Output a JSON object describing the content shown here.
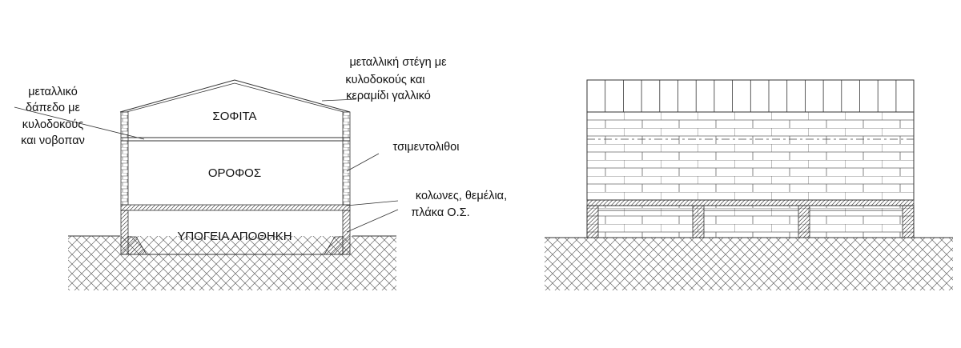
{
  "section": {
    "rooms": {
      "attic": "ΣΟΦΙΤΑ",
      "floor": "ΟΡΟΦΟΣ",
      "basement": "ΥΠΟΓΕΙΑ ΑΠΟΘΗΚΗ"
    },
    "annotations": {
      "floor_structure": [
        "μεταλλικό",
        "δάπεδο με",
        "κυλοδοκούς",
        "και νοβοπαν"
      ],
      "roof": [
        "μεταλλική στέγη με",
        "κυλοδοκούς και",
        "κεραμίδι γαλλικό"
      ],
      "walls": [
        "τσιμεντολιθοι"
      ],
      "concrete": [
        "κολωνες, θεμέλια,",
        "πλάκα Ο.Σ."
      ]
    }
  },
  "colors": {
    "line": "#333333",
    "hatch": "#666666"
  }
}
